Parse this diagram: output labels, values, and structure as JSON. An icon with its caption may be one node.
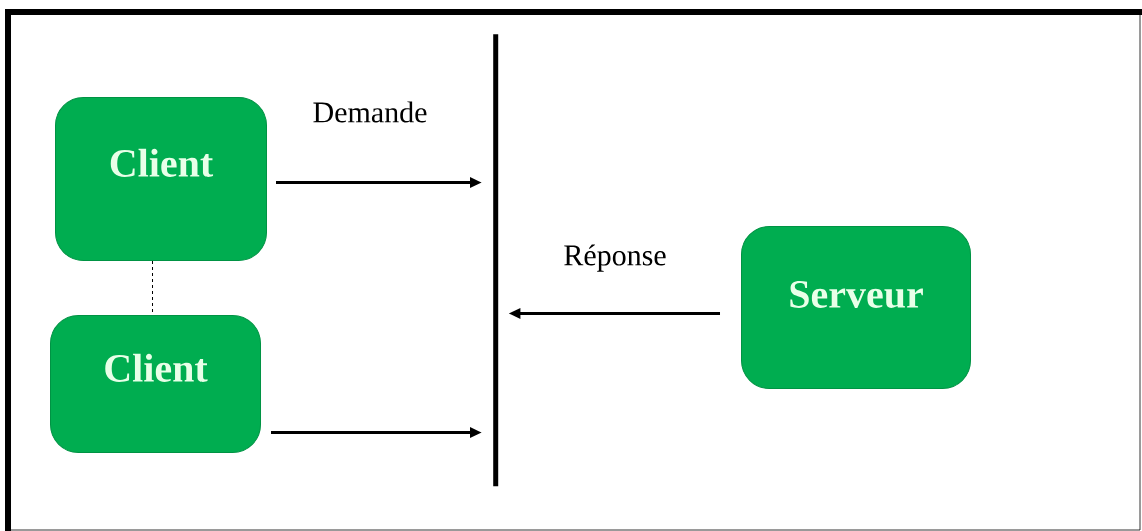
{
  "diagram": {
    "nodes": [
      {
        "text": [
          "Client"
        ]
      },
      {
        "text": [
          "Client"
        ]
      },
      {
        "text": [
          "Serveur"
        ]
      },
      {
        "text": [],
        "shape": "bar"
      }
    ],
    "edges": [
      {
        "from": 0,
        "to": 3,
        "arrow": "to",
        "label": "Demande"
      },
      {
        "from": 1,
        "to": 3,
        "arrow": "to"
      },
      {
        "from": 2,
        "to": 3,
        "arrow": "to",
        "label": "Réponse"
      },
      {
        "from": 0,
        "to": 1,
        "arrow": "none",
        "style": "dashed"
      }
    ]
  }
}
